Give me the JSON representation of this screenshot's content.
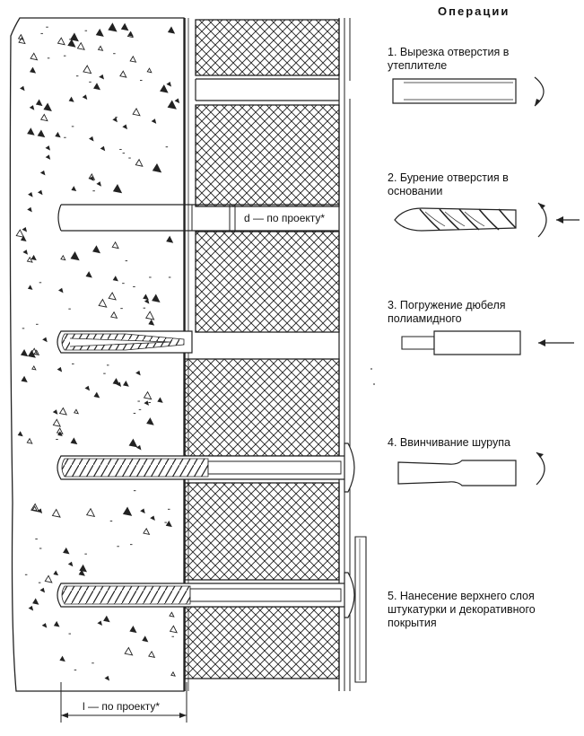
{
  "title": "Операции",
  "operations": [
    {
      "label": "1. Вырезка отверстия в утеплителе"
    },
    {
      "label": "2. Бурение отверстия в основании"
    },
    {
      "label": "3. Погружение дюбеля полиамидного"
    },
    {
      "label": "4. Ввинчивание шурупа"
    },
    {
      "label": "5. Нанесение верхнего слоя штукатурки и декоративного покрытия"
    }
  ],
  "dimensions": {
    "hole_diameter": "d — по проекту*",
    "anchor_length": "l — по проекту*"
  }
}
